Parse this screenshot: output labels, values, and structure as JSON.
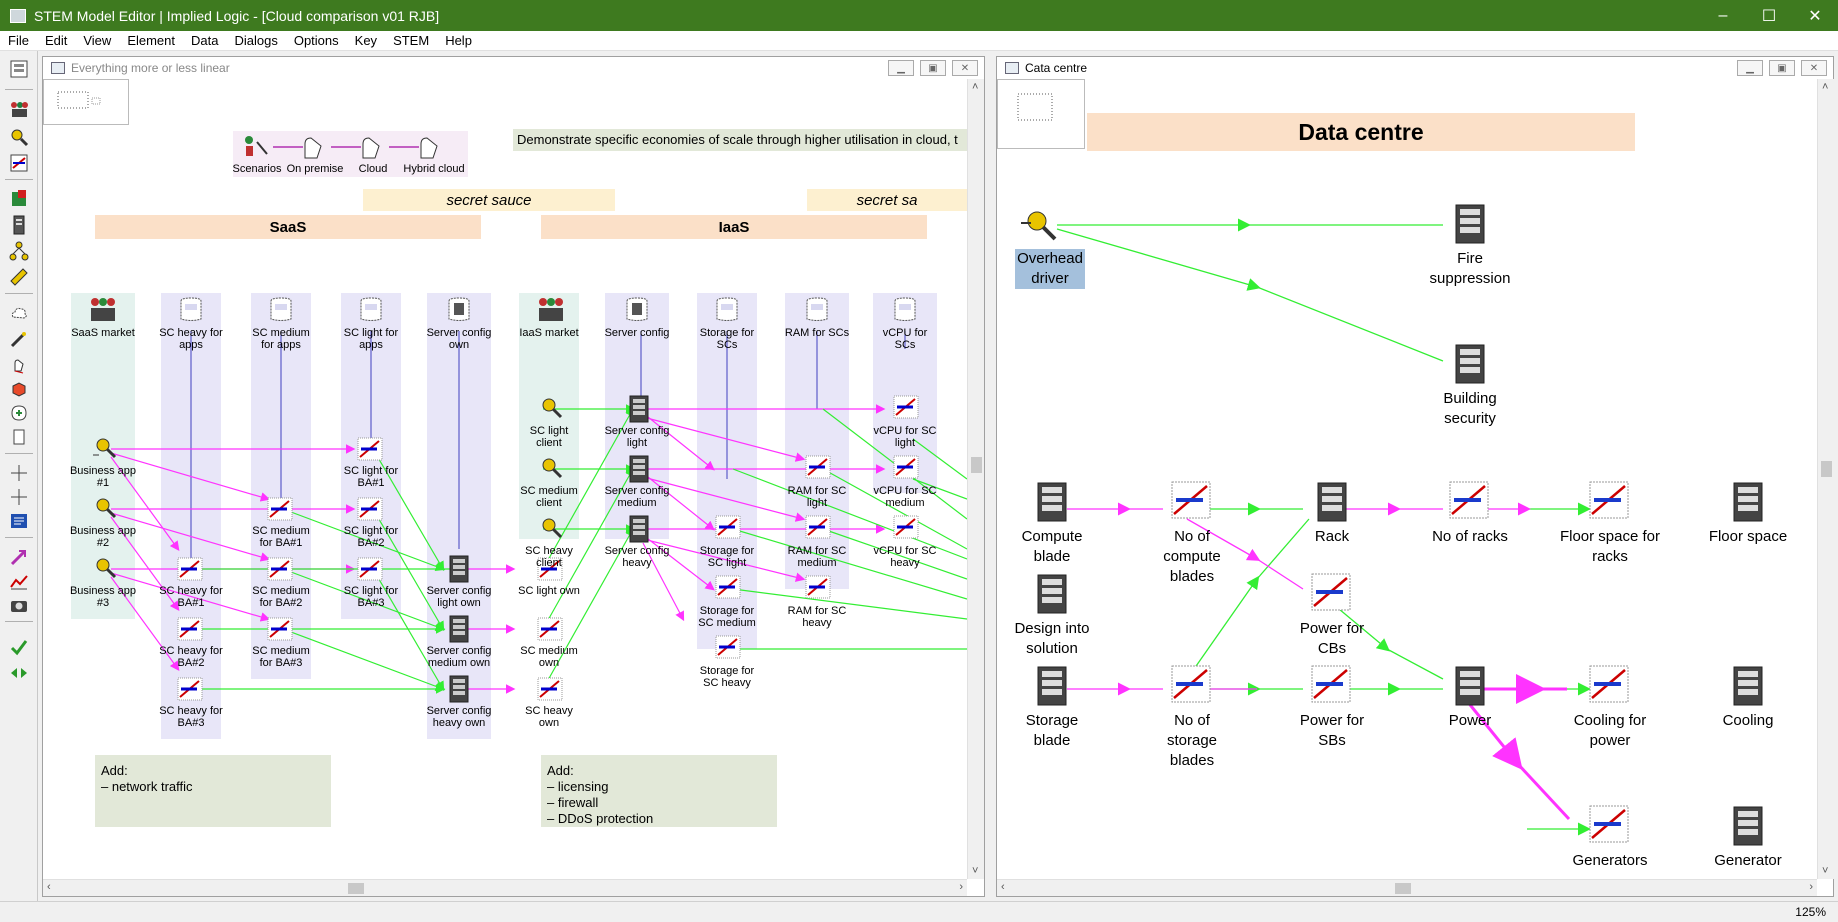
{
  "app": {
    "title": "STEM Model Editor | Implied Logic - [Cloud comparison v01 RJB]",
    "minimize": "–",
    "maximize": "☐",
    "close": "✕"
  },
  "menu": [
    "File",
    "Edit",
    "View",
    "Element",
    "Data",
    "Dialogs",
    "Options",
    "Key",
    "STEM",
    "Help"
  ],
  "left_window": {
    "title": "Everything more or less linear",
    "intro_text": "Demonstrate specific economies of scale through higher utilisation in cloud, t",
    "scenarios": [
      "Scenarios",
      "On premise",
      "Cloud",
      "Hybrid cloud"
    ],
    "secret_sauce": "secret sauce",
    "secret_sauce_2": "secret sa",
    "saas": "SaaS",
    "iaas": "IaaS",
    "columns": {
      "saas_market": "SaaS market",
      "sc_heavy_apps": "SC heavy for apps",
      "sc_medium_apps": "SC medium for apps",
      "sc_light_apps": "SC light for apps",
      "server_config_own": "Server config own",
      "iaas_market": "IaaS market",
      "server_config": "Server config",
      "storage_scs": "Storage for SCs",
      "ram_scs": "RAM for SCs",
      "vcpu_scs": "vCPU for SCs"
    },
    "nodes": {
      "ba1": "Business app #1",
      "ba2": "Business app #2",
      "ba3": "Business app #3",
      "sc_light_ba1": "SC light for BA#1",
      "sc_light_ba2": "SC light for BA#2",
      "sc_light_ba3": "SC light for BA#3",
      "sc_medium_ba1": "SC medium for BA#1",
      "sc_medium_ba2": "SC medium for BA#2",
      "sc_medium_ba3": "SC medium for BA#3",
      "sc_heavy_ba1": "SC heavy for BA#1",
      "sc_heavy_ba2": "SC heavy for BA#2",
      "sc_heavy_ba3": "SC heavy for BA#3",
      "sc_light_own_cfg": "Server config light own",
      "sc_medium_own_cfg": "Server config medium own",
      "sc_heavy_own_cfg": "Server config heavy own",
      "sc_light_own": "SC light own",
      "sc_medium_own": "SC medium own",
      "sc_heavy_own": "SC heavy own",
      "sc_light_client": "SC light client",
      "sc_medium_client": "SC medium client",
      "sc_heavy_client": "SC heavy client",
      "server_config_light": "Server config light",
      "server_config_medium": "Server config medium",
      "server_config_heavy": "Server config heavy",
      "storage_sc_light": "Storage for SC light",
      "storage_sc_medium": "Storage for SC medium",
      "storage_sc_heavy": "Storage for SC heavy",
      "ram_sc_light": "RAM for SC light",
      "ram_sc_medium": "RAM for SC medium",
      "ram_sc_heavy": "RAM for SC heavy",
      "vcpu_sc_light": "vCPU for SC light",
      "vcpu_sc_medium": "vCPU for SC medium",
      "vcpu_sc_heavy": "vCPU for SC heavy"
    },
    "note1": [
      "Add:",
      "– network traffic"
    ],
    "note2": [
      "Add:",
      "– licensing",
      "– firewall",
      "– DDoS protection"
    ]
  },
  "right_window": {
    "title": "Cata centre",
    "header": "Data centre",
    "nodes": {
      "overhead_driver": "Overhead driver",
      "fire_suppression": "Fire suppression",
      "building_security": "Building security",
      "compute_blade": "Compute blade",
      "no_compute_blades": "No of compute blades",
      "rack": "Rack",
      "no_racks": "No of racks",
      "floor_space_racks": "Floor space for racks",
      "floor_space": "Floor space",
      "design_solution": "Design into solution",
      "power_cbs": "Power for CBs",
      "storage_blade": "Storage blade",
      "no_storage_blades": "No of storage blades",
      "power_sbs": "Power for SBs",
      "power": "Power",
      "cooling_power": "Cooling for power",
      "cooling": "Cooling",
      "generators": "Generators",
      "generator": "Generator"
    }
  },
  "status": {
    "zoom": "125%"
  },
  "colors": {
    "titlebar": "#3e7a1f",
    "magenta": "#ff33ff",
    "green": "#33ee33",
    "band_blue": "#e8e6f8",
    "band_mint": "#e4f2ee",
    "peach": "#fbe0c8",
    "cream": "#fdf0d0"
  }
}
